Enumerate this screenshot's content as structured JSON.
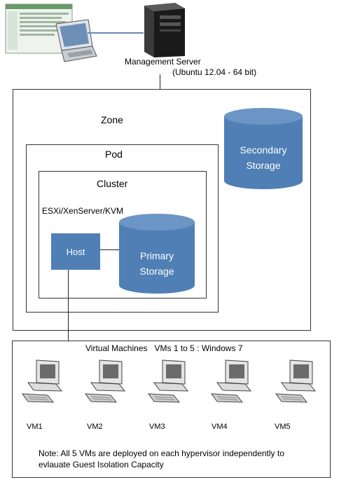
{
  "management": {
    "label": "Management Server",
    "os": "(Ubuntu 12.04 - 64 bit)"
  },
  "zone": {
    "label": "Zone"
  },
  "pod": {
    "label": "Pod"
  },
  "cluster": {
    "label": "Cluster"
  },
  "hypervisor": {
    "label": "ESXi/XenServer/KVM"
  },
  "host": {
    "label": "Host"
  },
  "primary_storage": {
    "line1": "Primary",
    "line2": "Storage"
  },
  "secondary_storage": {
    "line1": "Secondary",
    "line2": "Storage"
  },
  "vms": {
    "title": "Virtual Machines   VMs 1 to 5 : Windows 7",
    "items": [
      "VM1",
      "VM2",
      "VM3",
      "VM4",
      "VM5"
    ]
  },
  "note": {
    "line1": "Note: All 5 VMs are deployed on each hypervisor independently to",
    "line2": "evlauate Guest Isolation Capacity"
  },
  "colors": {
    "storage": "#4f7fb5",
    "host": "#4f7fb5"
  }
}
